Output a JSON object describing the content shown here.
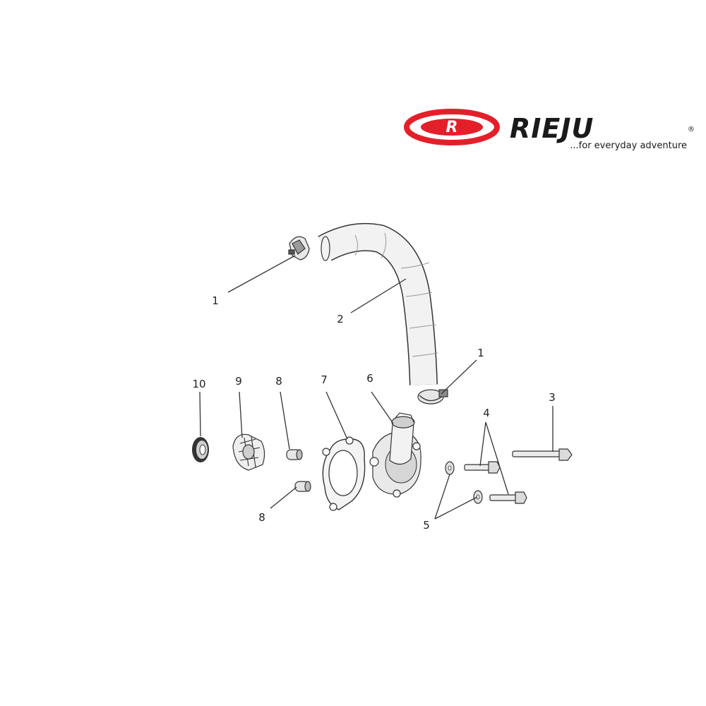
{
  "brand": {
    "logo_text": "RIEJU",
    "registered_mark": "®",
    "tagline": "...for everyday adventure",
    "logo_color": "#e3202a",
    "text_color": "#1a1a1a"
  },
  "callouts": {
    "clamp_top": "1",
    "hose": "2",
    "clamp_right": "1",
    "long_bolt": "3",
    "bolts": "4",
    "washers": "5",
    "pump_cover": "6",
    "gasket": "7",
    "pin_top": "8",
    "pin_bottom": "8",
    "impeller": "9",
    "seal": "10"
  }
}
